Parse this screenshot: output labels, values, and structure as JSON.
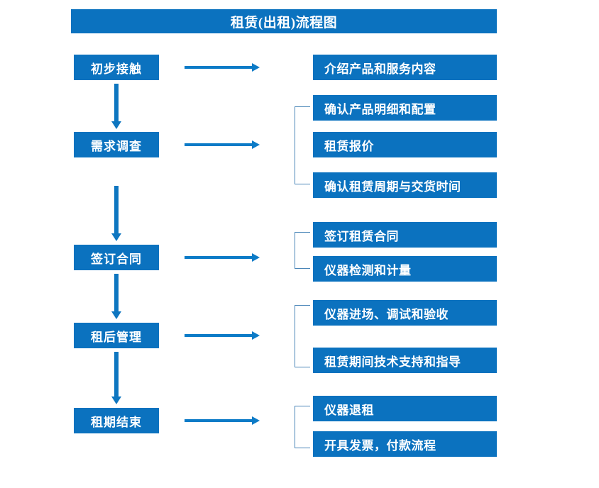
{
  "diagram": {
    "title": "租赁(出租)流程图",
    "colors": {
      "box_fill": "#0b72bf",
      "box_text": "#ffffff",
      "arrow": "#0c7bc7",
      "bracket": "#4a86b8",
      "background": "#ffffff"
    },
    "stages": [
      {
        "label": "初步接触"
      },
      {
        "label": "需求调查"
      },
      {
        "label": "签订合同"
      },
      {
        "label": "租后管理"
      },
      {
        "label": "租期结束"
      }
    ],
    "details": [
      {
        "label": "介绍产品和服务内容"
      },
      {
        "label": "确认产品明细和配置"
      },
      {
        "label": "租赁报价"
      },
      {
        "label": "确认租赁周期与交货时间"
      },
      {
        "label": "签订租赁合同"
      },
      {
        "label": "仪器检测和计量"
      },
      {
        "label": "仪器进场、调试和验收"
      },
      {
        "label": "租赁期间技术支持和指导"
      },
      {
        "label": "仪器退租"
      },
      {
        "label": "开具发票，付款流程"
      }
    ]
  }
}
